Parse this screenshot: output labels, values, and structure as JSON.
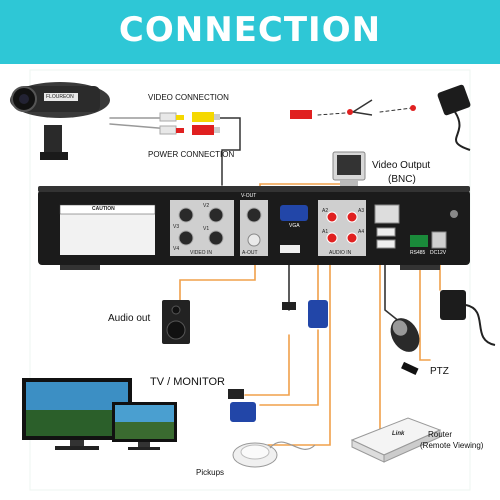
{
  "banner": {
    "title": "CONNECTION"
  },
  "labels": {
    "video_connection": "VIDEO CONNECTION",
    "power_connection": "POWER CONNECTION",
    "video_output": "Video Output",
    "video_output_bnc": "(BNC)",
    "audio_out": "Audio out",
    "tv_monitor": "TV / MONITOR",
    "ptz": "PTZ",
    "router": "Router",
    "router_sub": "(Remote Viewing)",
    "pickups": "Pickups"
  },
  "dvr_panel": {
    "caution": "CAUTION",
    "video_in": "VIDEO IN",
    "v_out": "V-OUT",
    "a_out": "A-OUT",
    "vga": "VGA",
    "audio_in": "AUDIO IN",
    "rs485": "RS485",
    "dc12v": "DC12V",
    "v1": "V1",
    "v2": "V2",
    "v3": "V3",
    "v4": "V4",
    "a1": "A1",
    "a2": "A2",
    "a3": "A3",
    "a4": "A4"
  },
  "camera": {
    "brand": "FLOUREON"
  },
  "router_device": {
    "brand": "Link"
  },
  "colors": {
    "banner": "#2ec7d6",
    "cable_orange": "#f0a04a",
    "cable_dark": "#333333",
    "connector_red": "#e02020",
    "connector_yellow": "#f5d800",
    "dvr_body": "#1b1b1b"
  }
}
